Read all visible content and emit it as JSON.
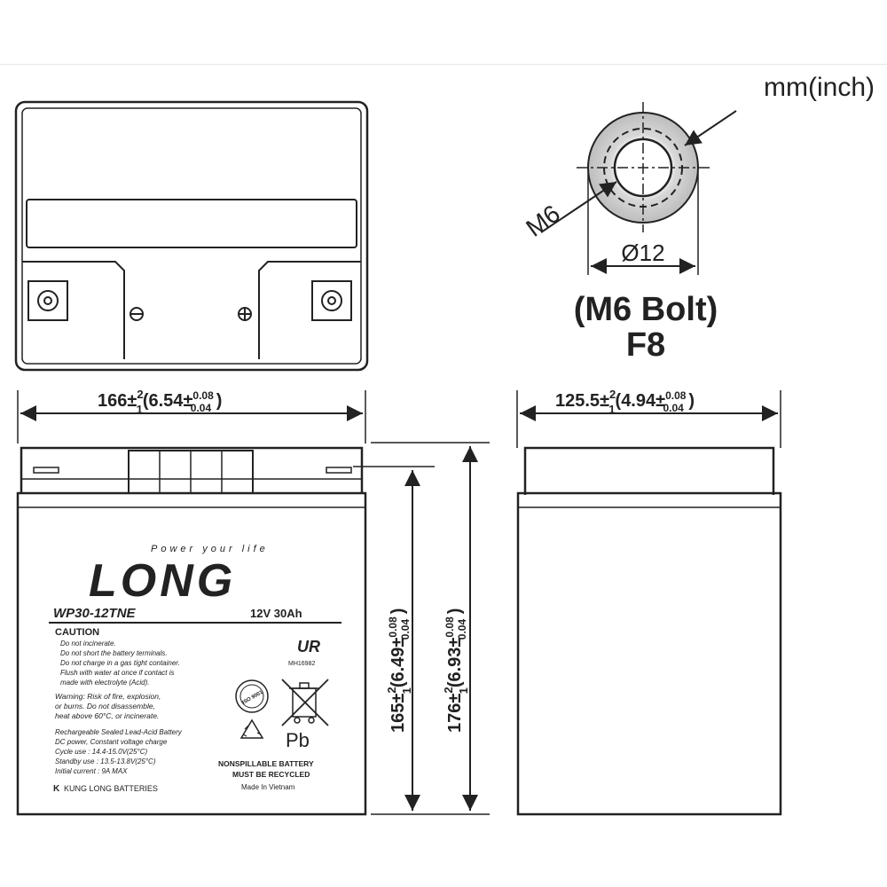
{
  "units_label": "mm(inch)",
  "terminal": {
    "thread_label": "M6",
    "diameter_label": "Ø12",
    "bolt_label": "(M6 Bolt)",
    "terminal_code": "F8"
  },
  "dimensions": {
    "length": {
      "main": "166",
      "tol_mm_up": "2",
      "tol_mm_down": "1",
      "inch": "6.54",
      "tol_in_up": "0.08",
      "tol_in_down": "0.04"
    },
    "width": {
      "main": "125.5",
      "tol_mm_up": "2",
      "tol_mm_down": "1",
      "inch": "4.94",
      "tol_in_up": "0.08",
      "tol_in_down": "0.04"
    },
    "height_box": {
      "main": "165",
      "tol_mm_up": "2",
      "tol_mm_down": "1",
      "inch": "6.49",
      "tol_in_up": "0.08",
      "tol_in_down": "0.04"
    },
    "height_total": {
      "main": "176",
      "tol_mm_up": "2",
      "tol_mm_down": "1",
      "inch": "6.93",
      "tol_in_up": "0.08",
      "tol_in_down": "0.04"
    }
  },
  "label": {
    "tagline": "Power your life",
    "brand": "LONG",
    "model": "WP30-12TNE",
    "rating": "12V 30Ah",
    "caution_title": "CAUTION",
    "caution_items": [
      "Do not incinerate.",
      "Do not short the battery terminals.",
      "Do not charge in a gas tight container.",
      "Flush with water at once if contact is",
      "made with electrolyte (Acid)."
    ],
    "warning_lines": [
      "Warning: Risk of fire, explosion,",
      "or burns. Do not disassemble,",
      "heat above 60°C, or incinerate."
    ],
    "spec_lines": [
      "Rechargeable Sealed Lead-Acid Battery",
      "DC power, Constant voltage charge",
      "Cycle  use : 14.4-15.0V(25°C)",
      "Standby use : 13.5-13.8V(25°C)",
      "Initial current : 9A MAX"
    ],
    "ul_code": "MH16982",
    "iso_text": "ISO 9001",
    "pb_text": "Pb",
    "nonspill_1": "NONSPILLABLE BATTERY",
    "nonspill_2": "MUST BE RECYCLED",
    "made_in": "Made In Vietnam",
    "manufacturer": "KUNG LONG BATTERIES"
  }
}
